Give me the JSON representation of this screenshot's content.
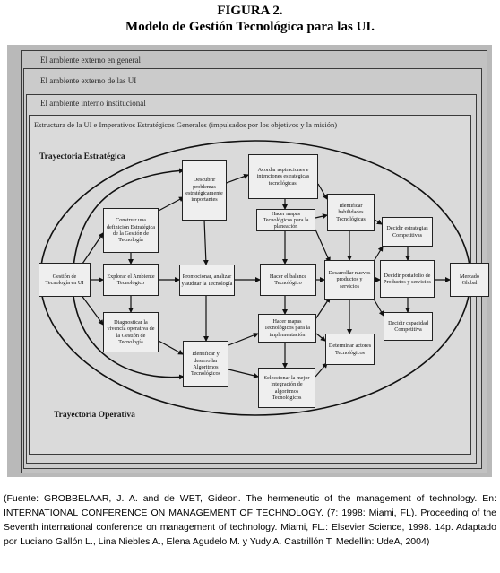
{
  "figure": {
    "number": "FIGURA 2.",
    "title": "Modelo de Gestión Tecnológica para las UI."
  },
  "environments": [
    {
      "label": "El ambiente externo en general"
    },
    {
      "label": "El ambiente externo de las UI"
    },
    {
      "label": "El ambiente interno institucional"
    },
    {
      "label": "Estructura de la UI e Imperativos Estratégicos Generales (impulsados por los objetivos y la misión)"
    }
  ],
  "trajectories": {
    "strategic": "Trayectoria Estratégica",
    "operative": "Trayectoria Operativa"
  },
  "boxes": {
    "gestion": "Gestión de Tecnología en UI",
    "mercado": "Mercado Global",
    "descubrir": "Descubrir problemas estratégicamente importantes",
    "acordar": "Acordar aspiraciones e intenciones estratégicas tecnológicas.",
    "construir": "Construir una definición Estratégica de la Gestión de Tecnología",
    "identificar_hab": "Identificar habilidades Tecnológicas",
    "mapas_plan": "Hacer mapas Tecnológicos para la planeación",
    "decidir_estr": "Decidir estrategias Competitivas",
    "explorar": "Explorar el Ambiente Tecnológico",
    "promocionar": "Promocionar, analizar y auditar la Tecnología",
    "balance": "Hacer el balance Tecnológico",
    "desarrollar": "Desarrollar nuevos productos y servicios",
    "portafolio": "Decidir portafolio de Productos y servicios",
    "diagnosticar": "Diagnosticar la vivencia operativa de la Gestión de Tecnología",
    "mapas_impl": "Hacer mapas Tecnológicos para la implementación",
    "capacidad": "Decidir capacidad Competitiva",
    "algoritmos": "Identificar y desarrollar Algoritmos Tecnológicos",
    "actores": "Determinar actores Tecnológicos",
    "seleccionar": "Seleccionar la mejor integración de algoritmos Tecnológicos"
  },
  "source": "(Fuente: GROBBELAAR, J. A. and de WET, Gideon. The hermeneutic of the management of technology. En: INTERNATIONAL CONFERENCE ON MANAGEMENT OF TECHNOLOGY. (7: 1998: Miami, FL). Proceeding of the Seventh international conference on management of technology. Miami, FL.: Elsevier Science, 1998. 14p. Adaptado por Luciano Gallón L., Lina Niebles A., Elena Agudelo M. y Yudy A. Castrillón T. Medellín: UdeA, 2004)"
}
